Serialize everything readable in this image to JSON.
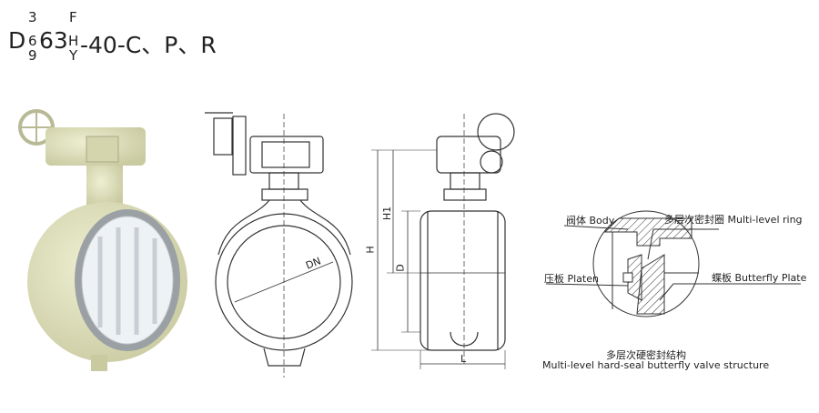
{
  "title": {
    "prefix": "D",
    "digit_top": "3",
    "digit_mid": "6",
    "digit_bottom": "9",
    "middle": "63",
    "letter_top": "F",
    "letter_mid": "H",
    "letter_bottom": "Y",
    "suffix": "-40-C、P、R"
  },
  "dimensions": {
    "dn": "DN",
    "h": "H",
    "h1": "H1",
    "d": "D",
    "l": "L"
  },
  "detail": {
    "body": "阀体 Body",
    "ring": "多层次密封圈 Multi-level ring",
    "platen": "压板 Platen",
    "plate": "蝶板 Butterfly Plate",
    "caption_cn": "多层次硬密封结构",
    "caption_en": "Multi-level hard-seal butterfly valve structure"
  },
  "colors": {
    "valve_body": "#dfe0bd",
    "disc": "#e9eef2",
    "line": "#333333"
  }
}
